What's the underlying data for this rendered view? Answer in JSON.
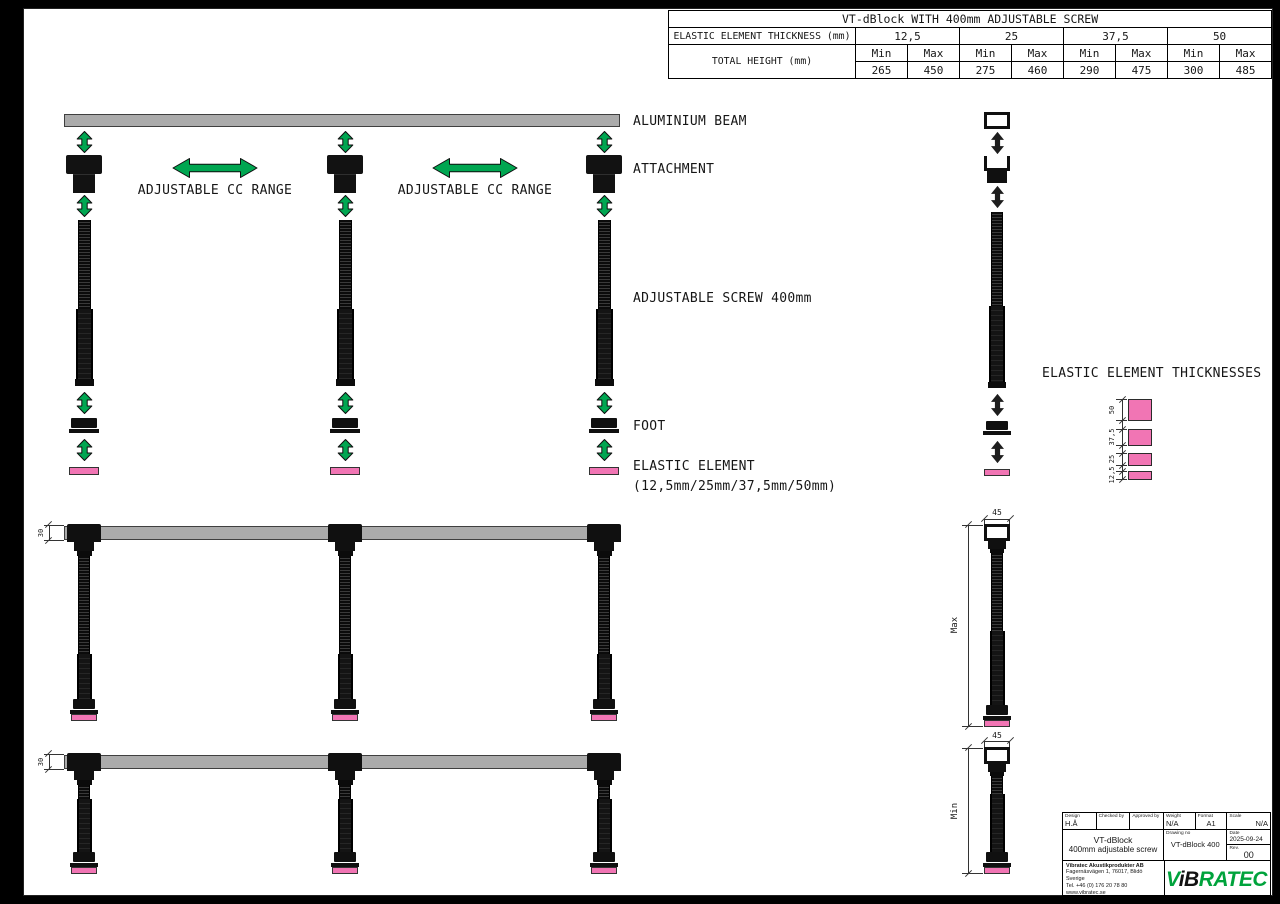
{
  "sheet": {
    "spec_table": {
      "title": "VT-dBlock WITH 400mm ADJUSTABLE SCREW",
      "thickness_row_label": "ELASTIC ELEMENT THICKNESS (mm)",
      "height_row_label": "TOTAL HEIGHT (mm)",
      "min_label": "Min",
      "max_label": "Max",
      "columns": [
        {
          "thickness": "12,5",
          "min": "265",
          "max": "450"
        },
        {
          "thickness": "25",
          "min": "275",
          "max": "460"
        },
        {
          "thickness": "37,5",
          "min": "290",
          "max": "475"
        },
        {
          "thickness": "50",
          "min": "300",
          "max": "485"
        }
      ]
    },
    "callouts": {
      "aluminium_beam": "ALUMINIUM BEAM",
      "attachment": "ATTACHMENT",
      "adjustable_screw": "ADJUSTABLE SCREW 400mm",
      "foot": "FOOT",
      "elastic_element": "ELASTIC ELEMENT",
      "elastic_element_options": "(12,5mm/25mm/37,5mm/50mm)",
      "cc_range_left": "ADJUSTABLE CC RANGE",
      "cc_range_right": "ADJUSTABLE CC RANGE"
    },
    "thickness_legend": {
      "title": "ELASTIC ELEMENT THICKNESSES",
      "items": [
        {
          "label": "50"
        },
        {
          "label": "37,5"
        },
        {
          "label": "25"
        },
        {
          "label": "12,5"
        }
      ]
    },
    "dimensions": {
      "beam_profile_height": "30",
      "beam_profile_width": "45",
      "max_height": "Max",
      "min_height": "Min"
    },
    "title_block": {
      "design_label": "Design",
      "design_value": "H.Å",
      "checked_label": "Checked by",
      "approved_label": "Approved by",
      "weight_label": "Weight",
      "weight_value": "N/A",
      "format_label": "Format",
      "format_value": "A1",
      "scale_label": "Scale",
      "scale_value": "N/A",
      "product_name": "VT-dBlock",
      "product_desc": "400mm adjustable screw",
      "drawing_no_label": "Drawing no",
      "drawing_no_value": "VT-dBlock 400",
      "date_label": "Date",
      "date_value": "2025-09-24",
      "rev_label": "Rev.",
      "rev_value": "00",
      "company": {
        "name": "Vibratec Akustikprodukter AB",
        "address": "Fagernäsvägen 1, 76017, Blidö",
        "country": "Sverige",
        "phone": "Tel. +46 (0) 176 20 78 80",
        "web": "www.vibratec.se"
      },
      "logo": {
        "part1": "V",
        "part2": "i",
        "part3": "B",
        "part4": "RATEC"
      }
    },
    "colors": {
      "arrow_green": "#00A651",
      "elastic_pink": "#F175B4",
      "beam_gray": "#ABABAB",
      "logo_green": "#00A33C"
    }
  }
}
